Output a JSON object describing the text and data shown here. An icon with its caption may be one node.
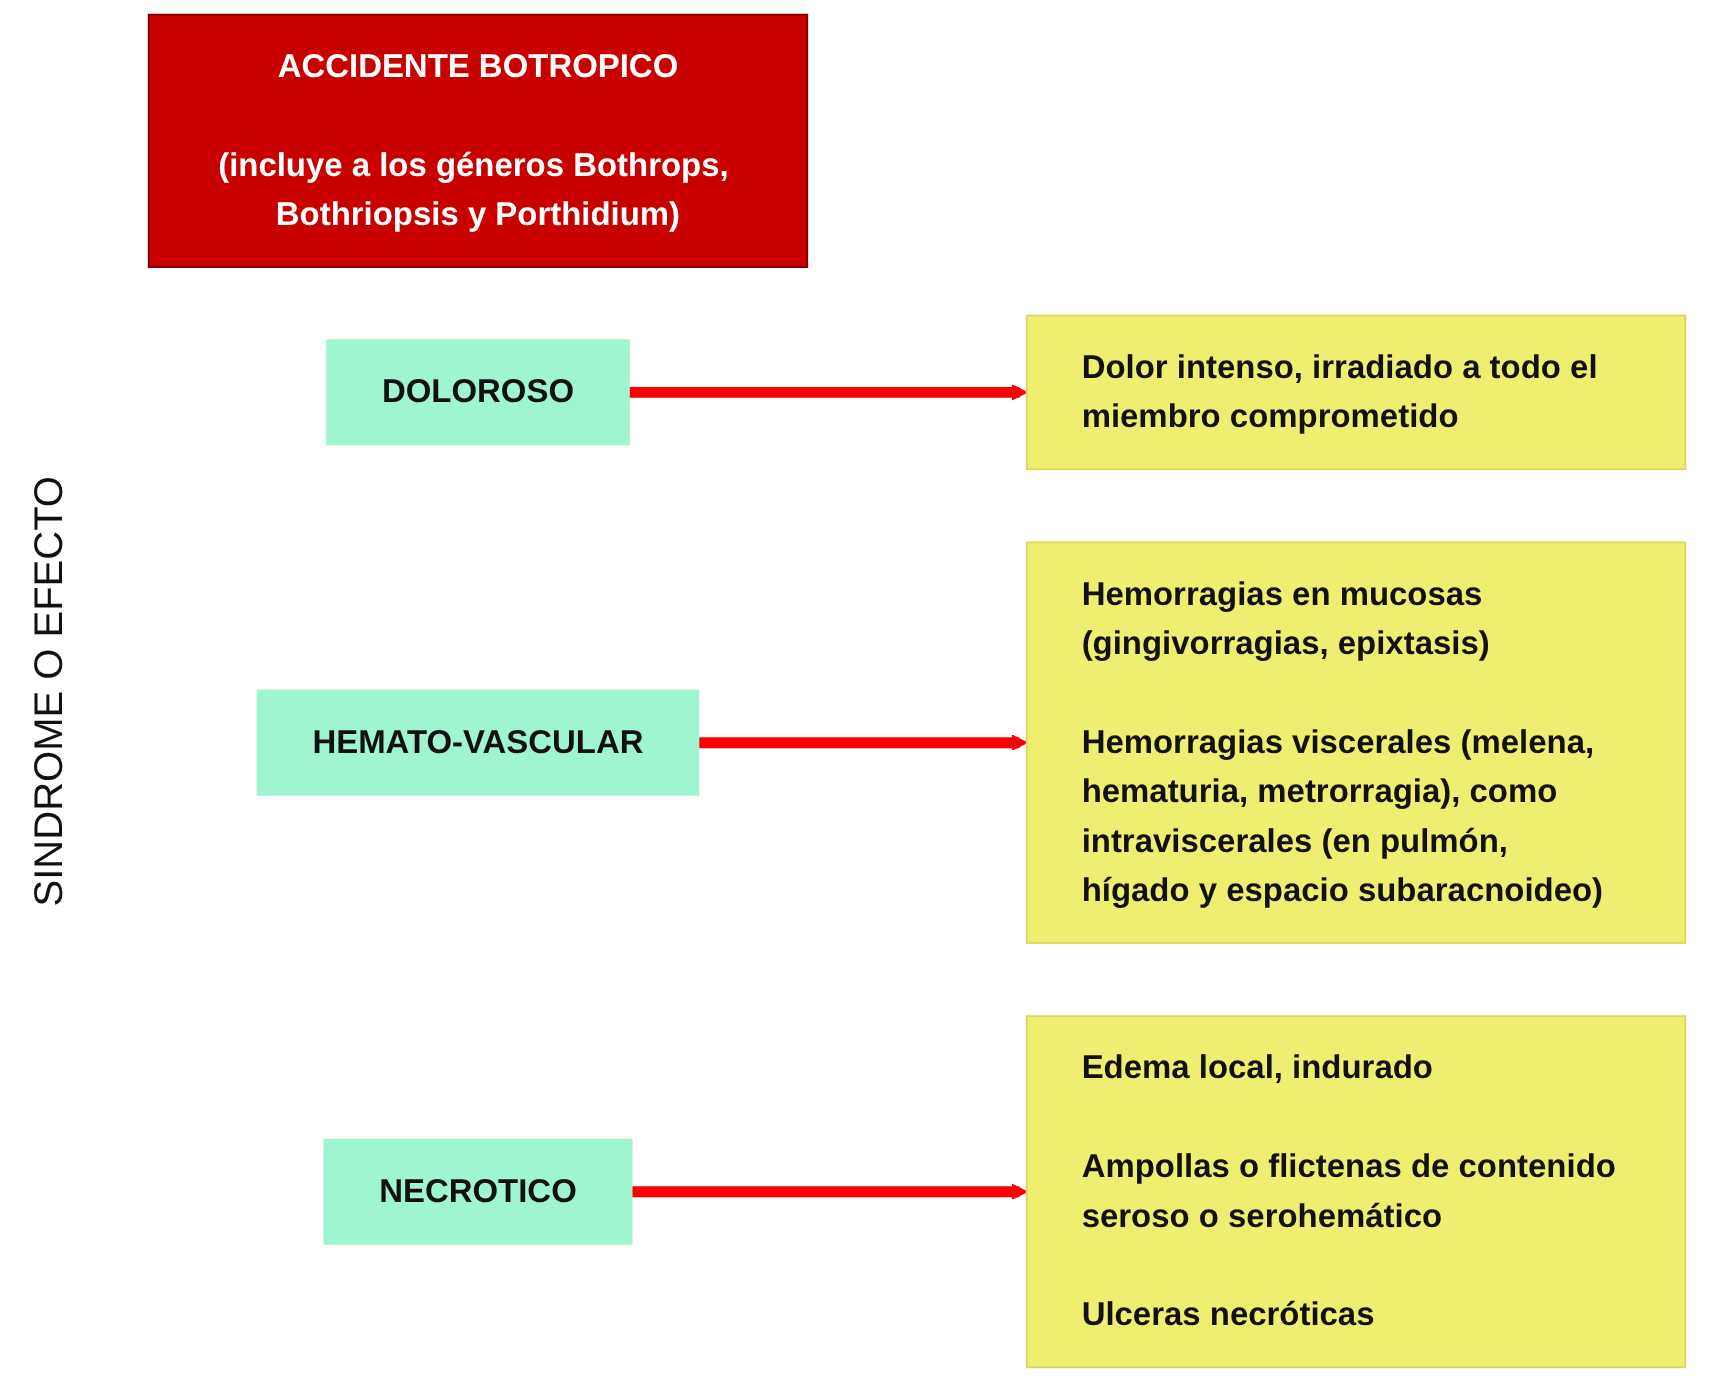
{
  "diagram": {
    "nodes": [
      {
        "text": [
          "ACCIDENTE BOTROPICO",
          "(incluye a los géneros Bothrops, Bothriopsis y Porthidium)"
        ]
      },
      {
        "text": [
          "DOLOROSO"
        ]
      },
      {
        "text": [
          "Dolor intenso, irradiado a todo el miembro comprometido"
        ]
      },
      {
        "text": [
          "HEMATO-VASCULAR"
        ]
      },
      {
        "text": [
          "Hemorragias en mucosas (gingivorragias, epixtasis)",
          "Hemorragias viscerales (melena, hematuria, metrorragia), como intraviscerales (en pulmón, hígado y espacio subaracnoideo)"
        ]
      },
      {
        "text": [
          "NECROTICO"
        ]
      },
      {
        "text": [
          "Edema local, indurado",
          "Ampollas o flictenas de contenido seroso o serohemático",
          "Ulceras necróticas"
        ]
      }
    ],
    "edges": [
      {
        "from": 1,
        "to": 2,
        "arrow": "to"
      },
      {
        "from": 3,
        "to": 4,
        "arrow": "to"
      },
      {
        "from": 5,
        "to": 6,
        "arrow": "to"
      }
    ],
    "labels": [
      "SINDROME O EFECTO"
    ]
  }
}
